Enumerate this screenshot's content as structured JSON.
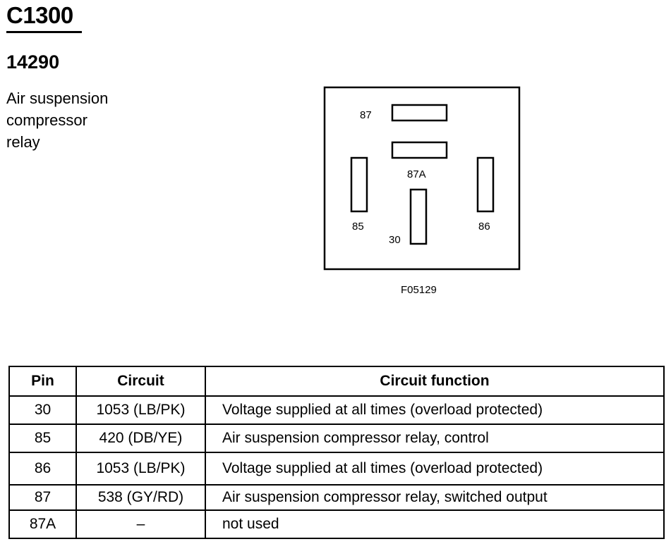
{
  "header": {
    "connector_id": "C1300",
    "part_number": "14290",
    "description_lines": [
      "Air suspension",
      "compressor",
      "relay"
    ]
  },
  "diagram": {
    "pins": [
      {
        "id": "pin-87",
        "label": "87",
        "orientation": "horizontal"
      },
      {
        "id": "pin-87a",
        "label": "87A",
        "orientation": "horizontal"
      },
      {
        "id": "pin-85",
        "label": "85",
        "orientation": "vertical"
      },
      {
        "id": "pin-30",
        "label": "30",
        "orientation": "vertical"
      },
      {
        "id": "pin-86",
        "label": "86",
        "orientation": "vertical"
      }
    ],
    "figure_code": "F05129"
  },
  "table": {
    "headers": {
      "pin": "Pin",
      "circuit": "Circuit",
      "function": "Circuit function"
    },
    "rows": [
      {
        "pin": "30",
        "circuit": "1053 (LB/PK)",
        "function": "Voltage supplied at all times (overload protected)"
      },
      {
        "pin": "85",
        "circuit": "420 (DB/YE)",
        "function": "Air suspension compressor relay, control"
      },
      {
        "pin": "86",
        "circuit": "1053 (LB/PK)",
        "function": "Voltage supplied at all times (overload protected)"
      },
      {
        "pin": "87",
        "circuit": "538 (GY/RD)",
        "function": "Air suspension compressor relay, switched output"
      },
      {
        "pin": "87A",
        "circuit": "–",
        "function": "not used"
      }
    ]
  }
}
